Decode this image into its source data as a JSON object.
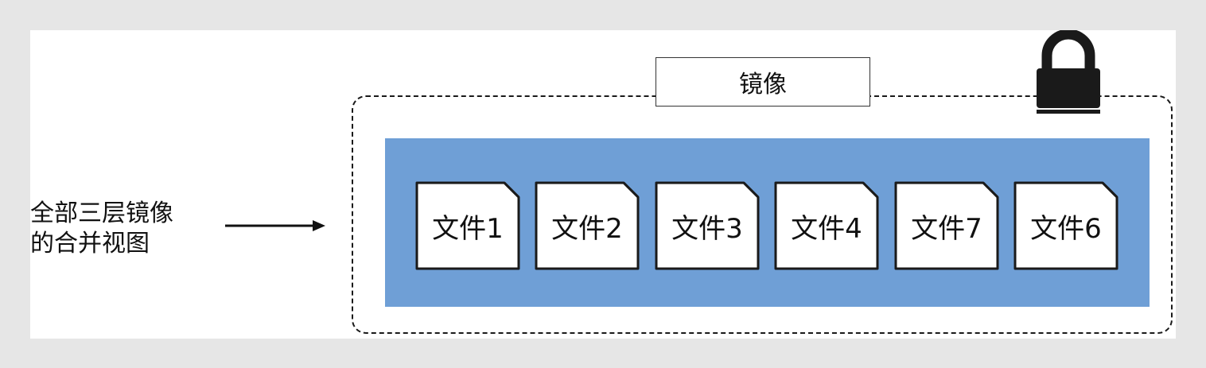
{
  "diagram": {
    "merged_view_label_line1": "全部三层镜像",
    "merged_view_label_line2": "的合并视图",
    "image_label": "镜像",
    "lock_icon": "lock-icon",
    "files": [
      {
        "label": "文件1"
      },
      {
        "label": "文件2"
      },
      {
        "label": "文件3"
      },
      {
        "label": "文件4"
      },
      {
        "label": "文件7"
      },
      {
        "label": "文件6"
      }
    ],
    "colors": {
      "layer_band": "#6f9fd6",
      "file_fill": "#ffffff",
      "border": "#1a1a1a"
    }
  }
}
